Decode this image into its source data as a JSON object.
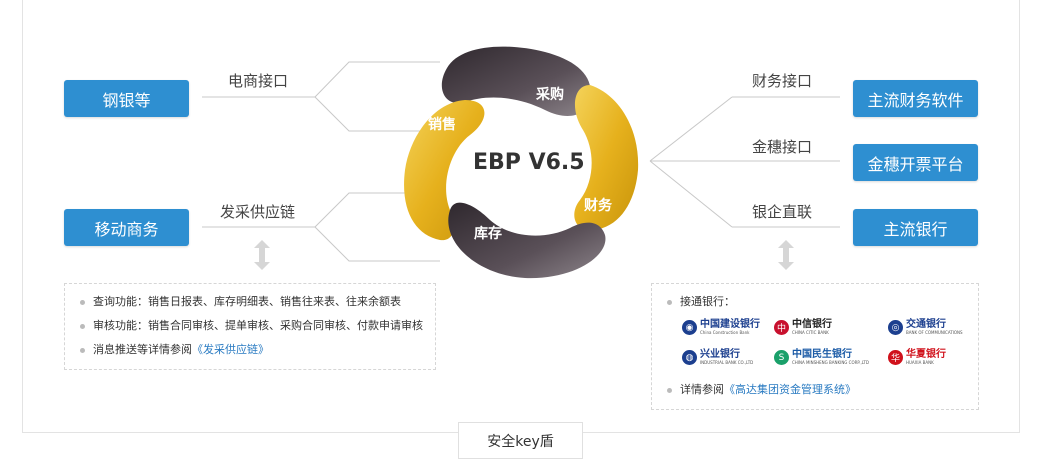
{
  "center": {
    "title": "EBP V6.5",
    "petals": [
      "采购",
      "销售",
      "财务",
      "库存"
    ]
  },
  "left": {
    "boxes": [
      "钢银等",
      "移动商务"
    ],
    "connectors": [
      "电商接口",
      "发采供应链"
    ],
    "info": {
      "items": [
        {
          "text": "查询功能：销售日报表、库存明细表、销售往来表、往来余额表",
          "link": ""
        },
        {
          "text": "审核功能：销售合同审核、提单审核、采购合同审核、付款申请审核",
          "link": ""
        },
        {
          "text": "消息推送等详情参阅",
          "link": "《发采供应链》"
        }
      ]
    }
  },
  "right": {
    "boxes": [
      "主流财务软件",
      "金穗开票平台",
      "主流银行"
    ],
    "connectors": [
      "财务接口",
      "金穗接口",
      "银企直联"
    ],
    "info": {
      "banks_label": "接通银行：",
      "banks": [
        {
          "zh": "中国建设银行",
          "en": "China Construction Bank",
          "color": "#1c3f8f",
          "icon": "ccb-icon"
        },
        {
          "zh": "中信银行",
          "en": "CHINA CITIC BANK",
          "color": "#c8102e",
          "icon": "citic-icon"
        },
        {
          "zh": "交通银行",
          "en": "BANK OF COMMUNICATIONS",
          "color": "#1c3f8f",
          "icon": "bocom-icon"
        },
        {
          "zh": "兴业银行",
          "en": "INDUSTRIAL BANK CO.,LTD",
          "color": "#1c3f8f",
          "icon": "cib-icon"
        },
        {
          "zh": "中国民生银行",
          "en": "CHINA MINSHENG BANKING CORP.,LTD",
          "color": "#1a5aa6",
          "icon": "cmbc-icon"
        },
        {
          "zh": "华夏银行",
          "en": "HUAXIA BANK",
          "color": "#d0111b",
          "icon": "hxb-icon"
        }
      ],
      "detail_text": "详情参阅",
      "detail_link": "《高达集团资金管理系统》"
    }
  },
  "bottom_tab": "安全key盾",
  "colors": {
    "box_blue": "#2e8fd1",
    "petal_dark": "#4a4048",
    "petal_gold": "#e8b92a",
    "link": "#2a7bc2"
  }
}
